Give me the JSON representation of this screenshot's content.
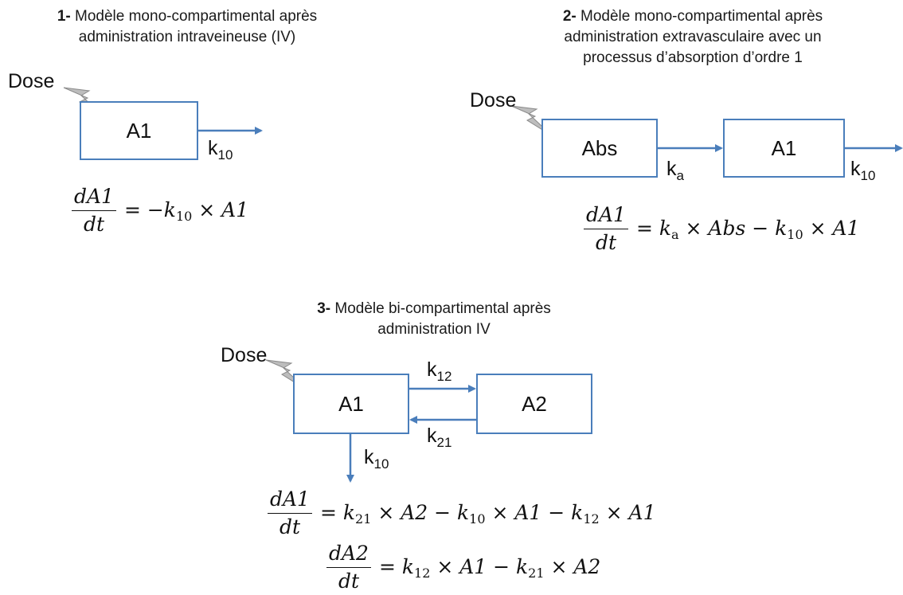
{
  "panel1": {
    "title_num": "1-",
    "title_line1": " Modèle mono-compartimental après",
    "title_line2": "administration intraveineuse (IV)",
    "dose": "Dose",
    "box_a1": "A1",
    "k10": {
      "base": "k",
      "sub": "10"
    },
    "equation": {
      "numer": "dA1",
      "denom": "dt",
      "rhs_start": "= −k",
      "k10_sub": "10",
      "rhs_end": " × A1"
    }
  },
  "panel2": {
    "title_num": "2-",
    "title_line1": " Modèle mono-compartimental après",
    "title_line2": "administration extravasculaire avec un",
    "title_line3": "processus d’absorption d’ordre 1",
    "dose": "Dose",
    "box_abs": "Abs",
    "box_a1": "A1",
    "ka": {
      "base": "k",
      "sub": "a"
    },
    "k10": {
      "base": "k",
      "sub": "10"
    },
    "equation": {
      "numer": "dA1",
      "denom": "dt",
      "p1": "= k",
      "ka_sub": "a",
      "p2": " × Abs − k",
      "k10_sub": "10",
      "p3": " × A1"
    }
  },
  "panel3": {
    "title_num": "3-",
    "title_line1": " Modèle bi-compartimental après",
    "title_line2": "administration IV",
    "dose": "Dose",
    "box_a1": "A1",
    "box_a2": "A2",
    "k12": {
      "base": "k",
      "sub": "12"
    },
    "k21": {
      "base": "k",
      "sub": "21"
    },
    "k10": {
      "base": "k",
      "sub": "10"
    },
    "equation1": {
      "numer": "dA1",
      "denom": "dt",
      "p1": "= k",
      "s1": "21",
      "p2": " × A2 − k",
      "s2": "10",
      "p3": " × A1 − k",
      "s3": "12",
      "p4": " × A1"
    },
    "equation2": {
      "numer": "dA2",
      "denom": "dt",
      "p1": "= k",
      "s1": "12",
      "p2": " × A1 − k",
      "s2": "21",
      "p3": " × A2"
    }
  },
  "colors": {
    "box_border": "#4a7ebb",
    "arrow": "#4a7ebb",
    "lightning": "#b9b9b9",
    "text": "#111111"
  },
  "icons": {
    "dose_marker": "lightning-bolt-icon"
  }
}
